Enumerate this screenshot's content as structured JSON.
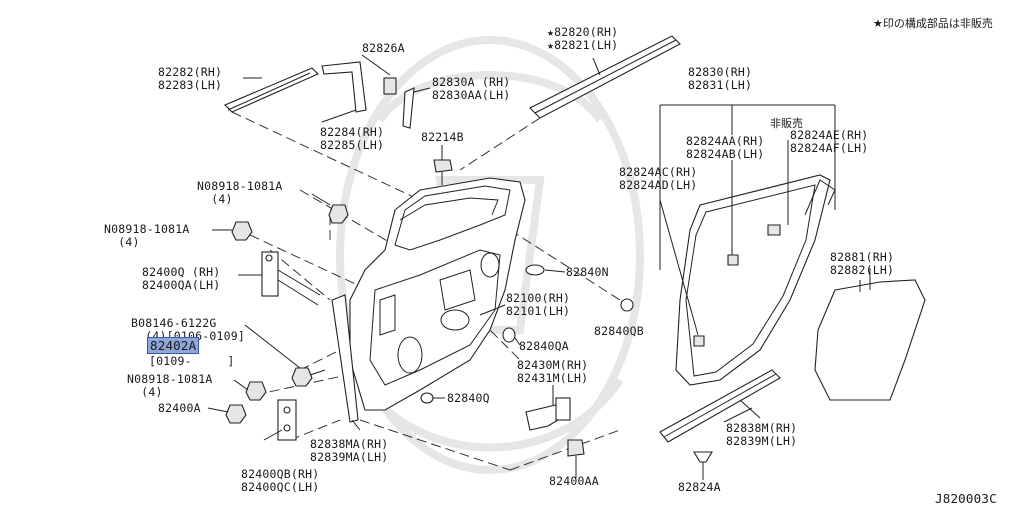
{
  "note": "★印の構成部品は非販売",
  "diagram_code": "J820003C",
  "labels": {
    "moulding": "82282(RH)\n82283(LH)",
    "weatherstrip_corner": "82826A",
    "sash_cover": "82284(RH)\n82285(LH)",
    "sash_tape": "82830A (RH)\n82830AA(LH)",
    "outside_moulding": "★82820(RH)\n★82821(LH)",
    "clip_top": "82214B",
    "nut_1": "N08918-1081A\n  (4)",
    "nut_2": "N08918-1081A\n  (4)",
    "hinge_upper": "82400Q (RH)\n82400QA(LH)",
    "bolt": "B08146-6122G\n  (4)[0106-0109]",
    "highlighted_part": "82402A",
    "bolt_date": "[0109-     ]",
    "nut_3": "N08918-1081A\n  (4)",
    "bolt_hinge": "82400A",
    "hinge_lower": "82400QB(RH)\n82400QC(LH)",
    "sash_weatherstrip": "82838MA(RH)\n82839MA(LH)",
    "plug_1": "82840Q",
    "plug_2": "82840QA",
    "check_link": "82430M(RH)\n82431M(LH)",
    "bolt_check": "82400AA",
    "door_panel": "82100(RH)\n82101(LH)",
    "grommet": "82840N",
    "plug_3": "82840QB",
    "weatherstrip_main": "82830(RH)\n82831(LH)",
    "not_sold": "非販売",
    "ws_clip_a": "82824AA(RH)\n82824AB(LH)",
    "ws_clip_c": "82824AC(RH)\n82824AD(LH)",
    "ws_clip_e": "82824AE(RH)\n82824AF(LH)",
    "screen": "82881(RH)\n82882(LH)",
    "kicking_plate": "82838M(RH)\n82839M(LH)",
    "clip_bottom": "82824A"
  }
}
